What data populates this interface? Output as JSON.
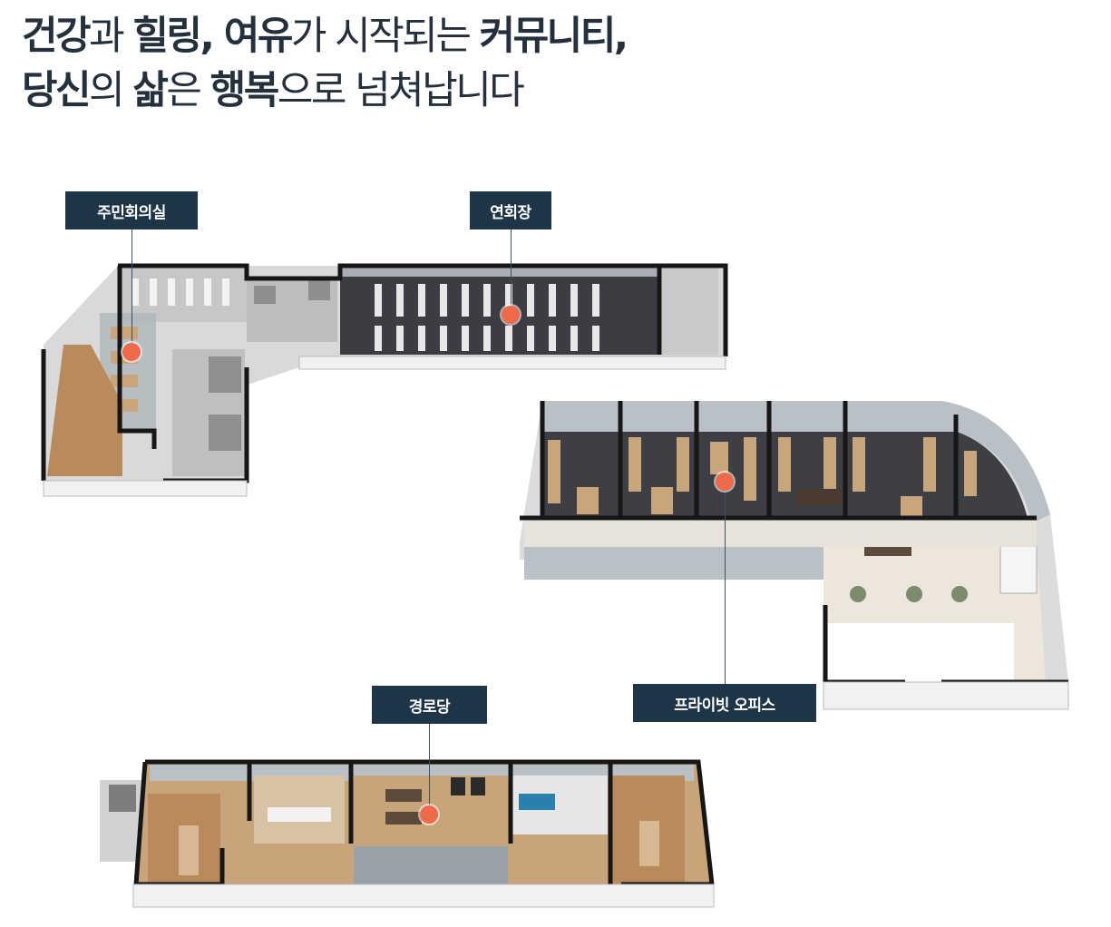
{
  "headline": {
    "line1": [
      {
        "text": "건강",
        "bold": true
      },
      {
        "text": "과 ",
        "bold": false
      },
      {
        "text": "힐링, 여유",
        "bold": true
      },
      {
        "text": "가 시작되는 ",
        "bold": false
      },
      {
        "text": "커뮤니티,",
        "bold": true
      }
    ],
    "line2": [
      {
        "text": "당신",
        "bold": true
      },
      {
        "text": "의 ",
        "bold": false
      },
      {
        "text": "삶",
        "bold": true
      },
      {
        "text": "은 ",
        "bold": false
      },
      {
        "text": "행복",
        "bold": true
      },
      {
        "text": "으로 넘쳐납니다",
        "bold": false
      }
    ]
  },
  "callouts": {
    "meeting_room": "주민회의실",
    "banquet_hall": "연회장",
    "private_office": "프라이빗 오피스",
    "senior_center": "경로당"
  },
  "colors": {
    "callout_bg": "#1d3547",
    "marker": "#ee6a4a",
    "wall": "#161616",
    "carpet": "#3d3f44",
    "wood": "#c9a57b",
    "glass": "#b9c1c7"
  }
}
